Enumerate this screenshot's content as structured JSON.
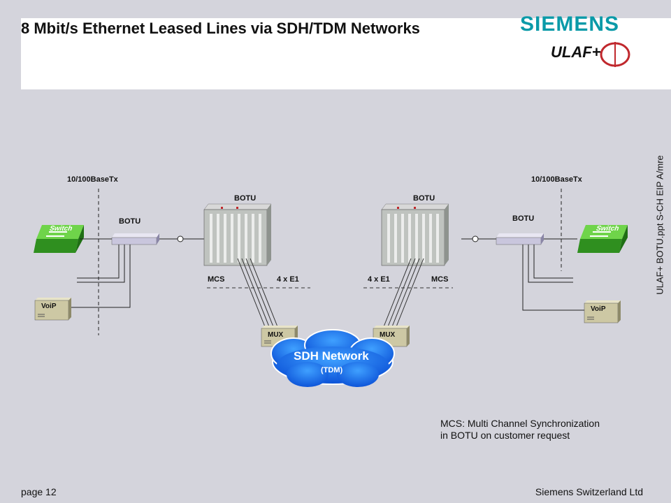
{
  "title": "8 Mbit/s Ethernet Leased Lines via SDH/TDM Networks",
  "brand": {
    "name": "SIEMENS",
    "product": "ULAF+",
    "color": "#0a9aa8"
  },
  "labels": {
    "iface_left": "10/100BaseTx",
    "iface_right": "10/100BaseTx",
    "botu_small_left": "BOTU",
    "botu_small_right": "BOTU",
    "botu_rack_left": "BOTU",
    "botu_rack_right": "BOTU",
    "switch_left": "Switch",
    "switch_right": "Switch",
    "voip_left": "VoiP",
    "voip_right": "VoiP",
    "mcs_left": "MCS",
    "e1_left": "4 x E1",
    "e1_right": "4 x E1",
    "mcs_right": "MCS",
    "mux_left": "MUX",
    "mux_right": "MUX",
    "cloud_title": "SDH Network",
    "cloud_sub": "(TDM)"
  },
  "note": {
    "line1": "MCS:  Multi Channel Synchronization",
    "line2": "in BOTU on customer request"
  },
  "footer": {
    "page": "page 12",
    "company": "Siemens Switzerland Ltd"
  },
  "sidebar": "ULAF+ BOTU.ppt  S-CH EIP A/mre"
}
